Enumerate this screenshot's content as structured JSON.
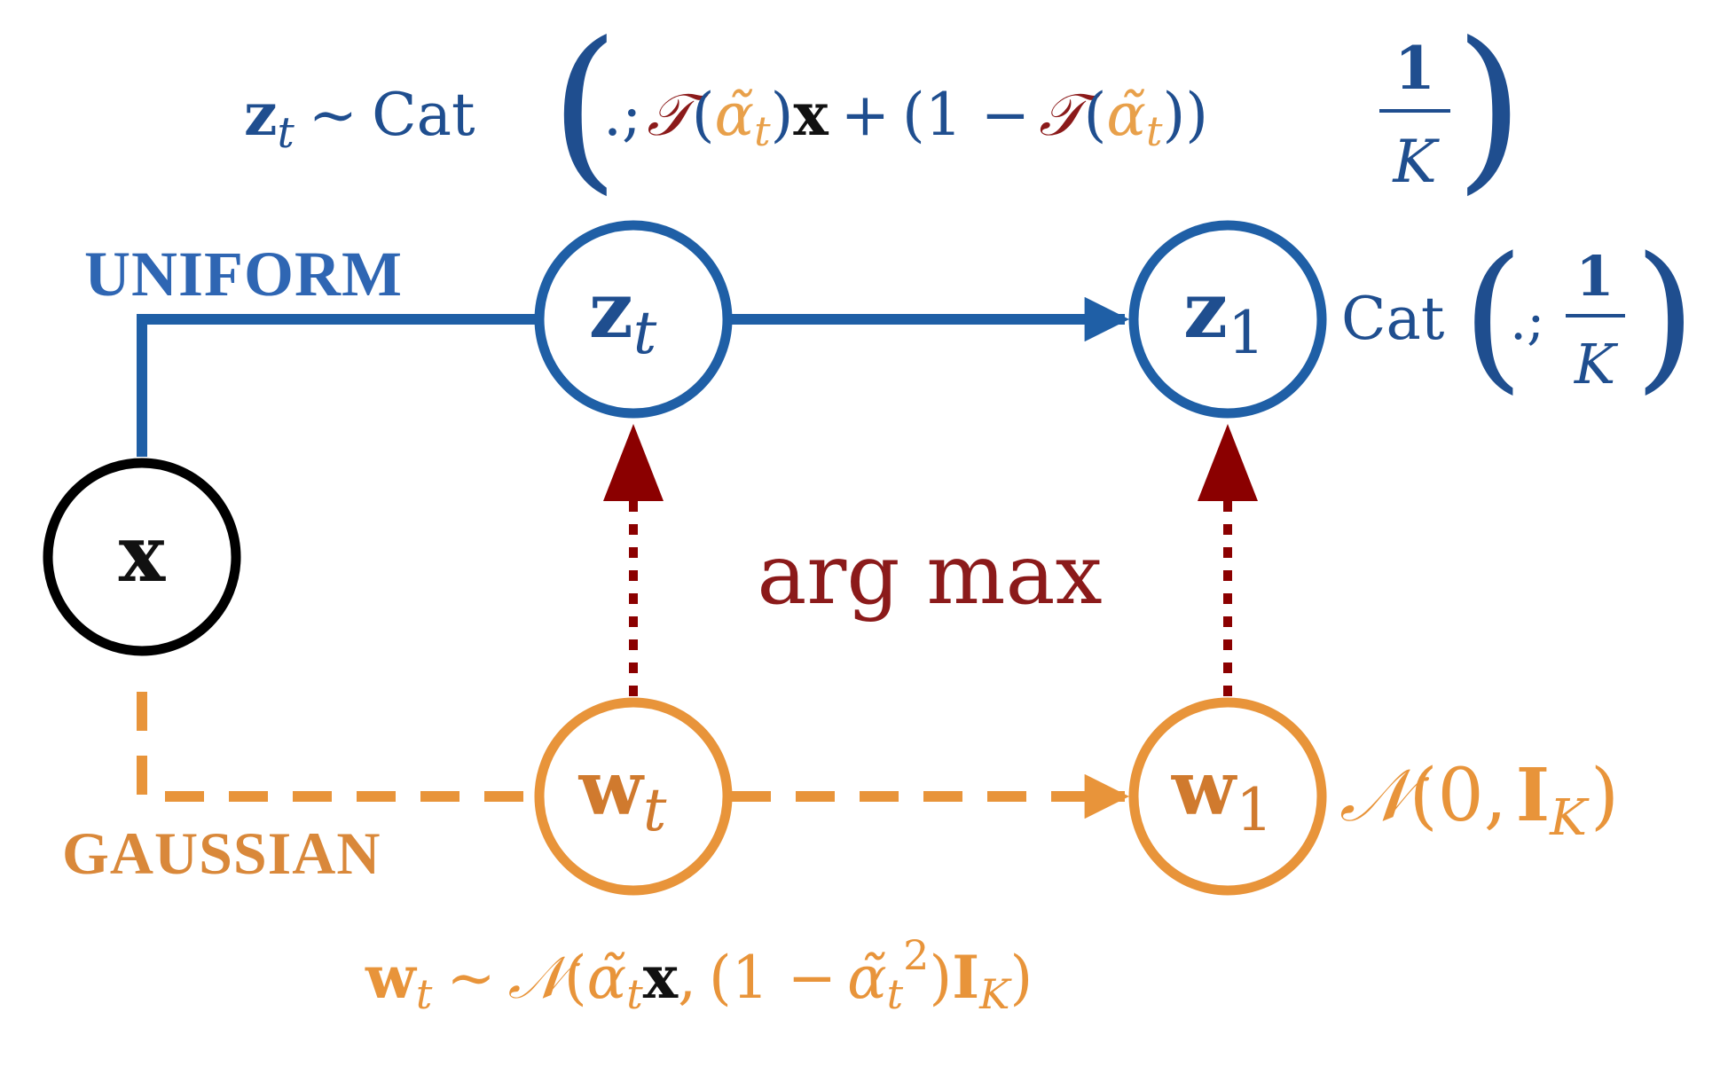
{
  "colors": {
    "uniform": "#1f5fa6",
    "uniform_text": "#1f4e8f",
    "gaussian": "#e8943a",
    "gaussian_text": "#d9883a",
    "argmax": "#8b0000",
    "argmax_text": "#8b1a1a",
    "x_node": "#000000"
  },
  "labels": {
    "uniform": "UNIFORM",
    "gaussian": "GAUSSIAN",
    "argmax": "arg max"
  },
  "nodes": {
    "x": {
      "main": "x",
      "sub": ""
    },
    "z_t": {
      "main": "z",
      "sub": "t"
    },
    "z_1": {
      "main": "z",
      "sub": "1"
    },
    "w_t": {
      "main": "w",
      "sub": "t"
    },
    "w_1": {
      "main": "w",
      "sub": "1"
    }
  },
  "formulas": {
    "zt_dist": {
      "z": "z",
      "z_sub": "t",
      "sim": "∼",
      "cat": "Cat",
      "dot": ".;",
      "T": "𝒯",
      "lp": "(",
      "alpha": "α̃",
      "alpha_sub": "t",
      "rp": ")",
      "x": "x",
      "plus": "+",
      "one_minus": "(1 −",
      "close": "))",
      "frac_num": "1",
      "frac_den": "K"
    },
    "z1_dist": {
      "cat": "Cat",
      "dot": ".;",
      "frac_num": "1",
      "frac_den": "K"
    },
    "w1_dist": {
      "N": "𝒩",
      "open": "(0,",
      "I": "I",
      "I_sub": "K",
      "close": ")"
    },
    "wt_dist": {
      "w": "w",
      "w_sub": "t",
      "sim": "∼",
      "N": "𝒩",
      "open": "(",
      "alpha": "α̃",
      "alpha_sub": "t",
      "x": "x",
      "comma": ",",
      "paren2": "(1 −",
      "alpha2": "α̃",
      "alpha2_sub": "t",
      "sq": "2",
      "close2": ")",
      "I": "I",
      "I_sub": "K",
      "close": ")"
    }
  }
}
